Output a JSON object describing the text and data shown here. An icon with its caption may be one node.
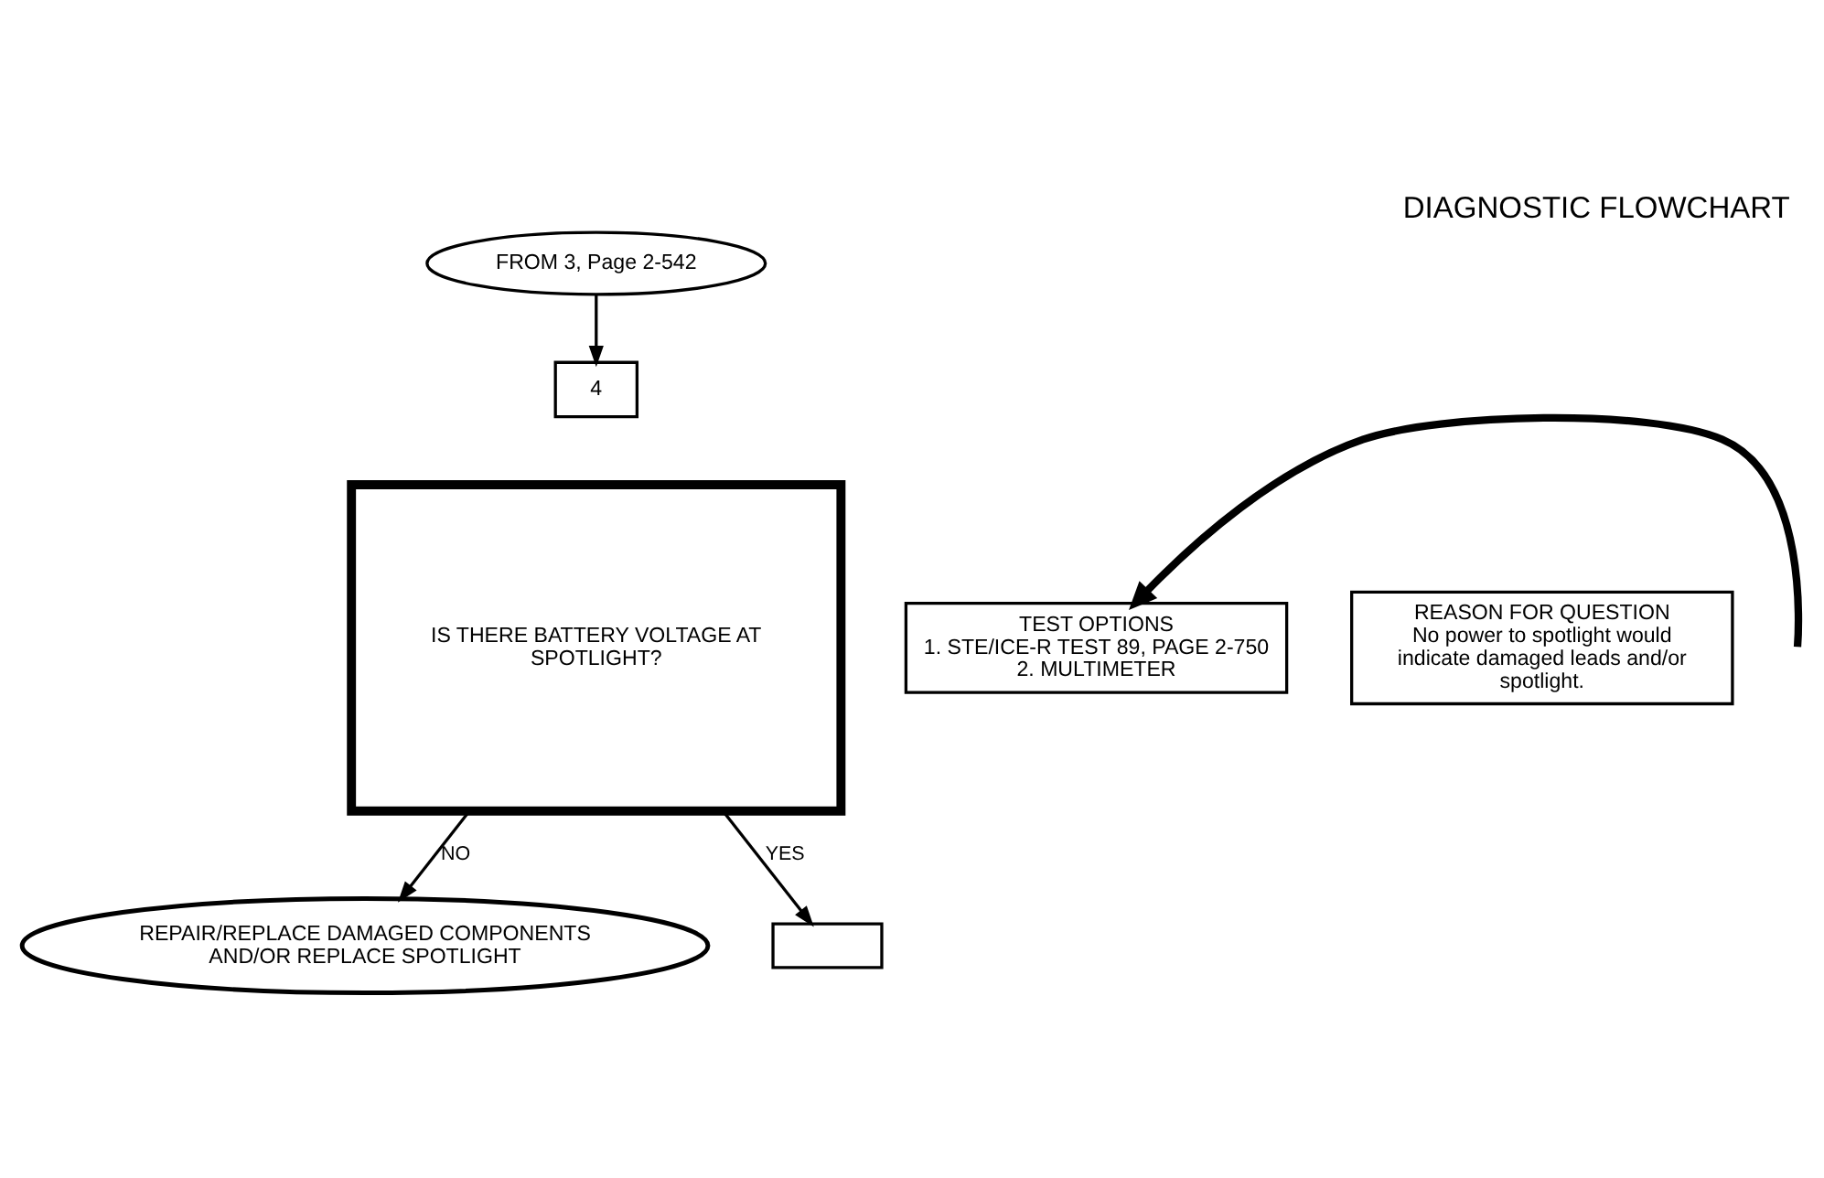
{
  "diagram": {
    "title": "DIAGNOSTIC FLOWCHART",
    "nodes": [
      {
        "text": [
          "FROM 3, Page 2-542"
        ]
      },
      {
        "text": [
          "4"
        ]
      },
      {
        "text": [
          "IS THERE BATTERY VOLTAGE AT SPOTLIGHT?"
        ]
      },
      {
        "text": [
          "TEST OPTIONS",
          "1. STE/ICE-R TEST 89, PAGE 2-750",
          "2. MULTIMETER"
        ]
      },
      {
        "text": [
          "REASON FOR QUESTION",
          "No power to spotlight would indicate damaged leads and/or spotlight."
        ]
      },
      {
        "text": [
          "REPAIR/REPLACE DAMAGED COMPONENTS AND/OR REPLACE SPOTLIGHT"
        ]
      },
      {
        "text": [],
        "shape": "box"
      }
    ],
    "edges": [
      {
        "from": 0,
        "to": 1,
        "arrow": "to"
      },
      {
        "from": 2,
        "to": 5,
        "label": "NO",
        "arrow": "to"
      },
      {
        "from": 2,
        "to": 6,
        "label": "YES",
        "arrow": "to"
      },
      {
        "from": null,
        "to": 3,
        "arrow": "to",
        "style": "thick"
      }
    ]
  }
}
